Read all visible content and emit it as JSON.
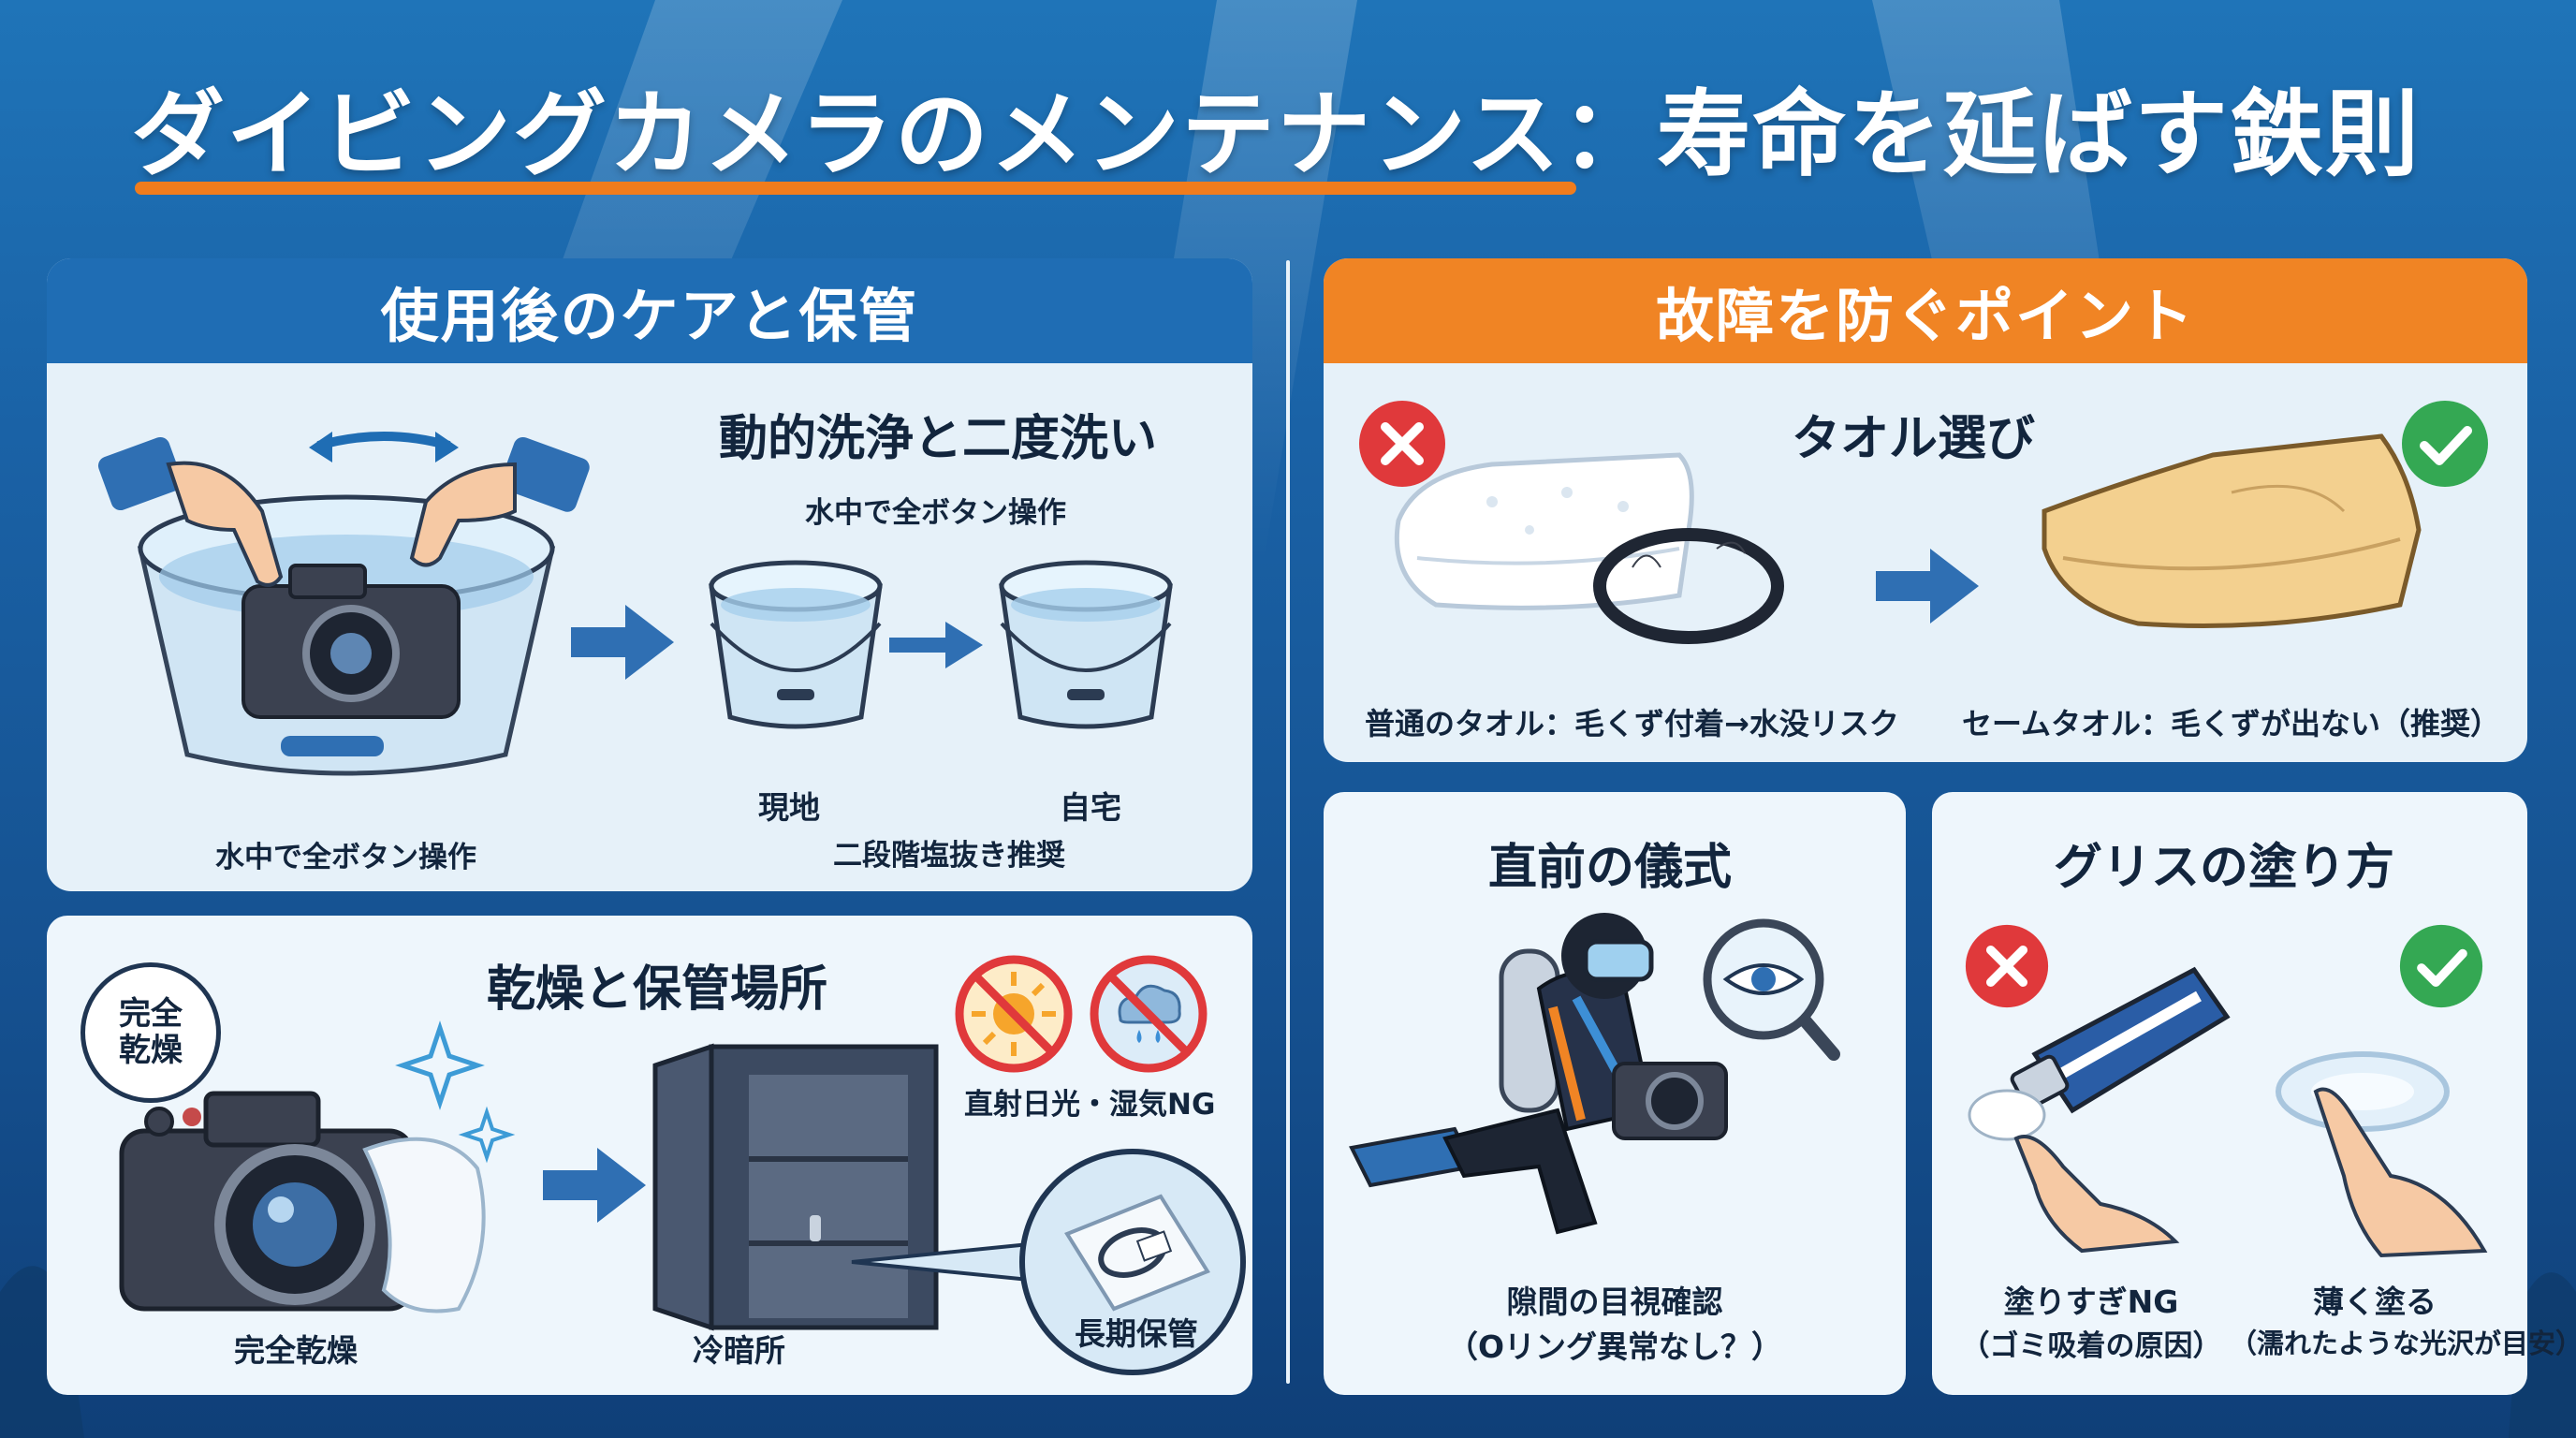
{
  "title": {
    "main": "ダイビングカメラのメンテナンス：寿命を延ばす鉄則"
  },
  "left_panel": {
    "header": "使用後のケアと保管",
    "wash": {
      "heading": "動的洗浄と二度洗い",
      "bucket_caption": "水中で全ボタン操作",
      "sub_caption": "水中で全ボタン操作",
      "label_site": "現地",
      "label_home": "自宅",
      "label_two_stage": "二段階塩抜き推奨"
    },
    "storage": {
      "heading": "乾燥と保管場所",
      "badge": "完全\n乾燥",
      "label_dry": "完全乾燥",
      "label_cool": "冷暗所",
      "label_long_term": "長期保管",
      "label_ng": "直射日光・湿気NG"
    }
  },
  "right_panel": {
    "header": "故障を防ぐポイント",
    "towel": {
      "heading": "タオル選び",
      "label_bad": "普通のタオル：毛くず付着→水没リスク",
      "label_good": "セームタオル：毛くずが出ない（推奨）"
    },
    "ritual": {
      "heading": "直前の儀式",
      "label_line1": "隙間の目視確認",
      "label_line2": "（Oリング異常なし？）"
    },
    "grease": {
      "heading": "グリスの塗り方",
      "label_bad_line1": "塗りすぎNG",
      "label_bad_line2": "（ゴミ吸着の原因）",
      "label_good_line1": "薄く塗る",
      "label_good_line2": "（濡れたような光沢が目安）"
    }
  },
  "colors": {
    "accent_orange": "#f07c1d",
    "header_blue": "#1f6db4",
    "ng_red": "#e0393b",
    "ok_green": "#34a853",
    "arrow_blue": "#2f6fb3"
  },
  "icons": [
    "camera-icon",
    "bucket-icon",
    "arrow-right-icon",
    "x-mark-icon",
    "check-mark-icon",
    "magnifier-eye-icon",
    "no-sun-icon",
    "no-rain-icon",
    "sparkle-icon",
    "cabinet-icon",
    "zip-bag-icon",
    "towel-icon",
    "chamois-icon",
    "o-ring-icon",
    "grease-tube-icon",
    "diver-icon",
    "hand-icon"
  ]
}
